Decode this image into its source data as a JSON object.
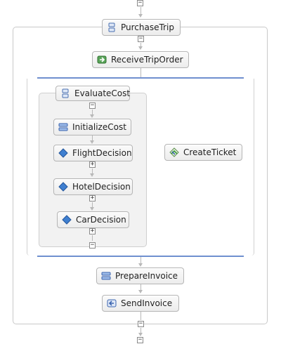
{
  "nodes": {
    "purchase_trip": "PurchaseTrip",
    "receive_trip_order": "ReceiveTripOrder",
    "evaluate_cost": "EvaluateCost",
    "initialize_cost": "InitializeCost",
    "flight_decision": "FlightDecision",
    "hotel_decision": "HotelDecision",
    "car_decision": "CarDecision",
    "create_ticket": "CreateTicket",
    "prepare_invoice": "PrepareInvoice",
    "send_invoice": "SendInvoice"
  },
  "toggles": {
    "collapse": "−",
    "expand": "+"
  },
  "icons": {
    "sequence": "sequence-icon",
    "assign": "assign-icon",
    "if": "if-icon",
    "receive": "receive-icon",
    "invoke": "invoke-icon",
    "reply": "reply-icon"
  },
  "colors": {
    "flow_bar": "#6f8fcf",
    "connector": "#b8b8b8",
    "if_diamond": "#3f7fd0"
  }
}
